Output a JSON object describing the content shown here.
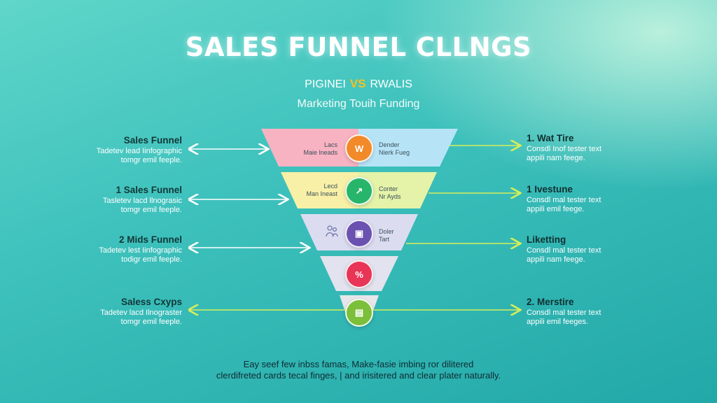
{
  "title": "SALES FUNNEL CLLNGS",
  "subtitle": {
    "left": "PIGINEI",
    "vs": "VS",
    "right": "RWALIS"
  },
  "tagline": "Marketing Touih Funding",
  "colors": {
    "band1_left": "#f8b3c2",
    "band1_right": "#b6e4f6",
    "band2_left": "#f7f0a6",
    "band2_right": "#e4f3a8",
    "band3": "#dbdcf0",
    "band4": "#e2e3ee",
    "band5": "#e7e6ea",
    "circle1": "#f28a2a",
    "circle2": "#27b56a",
    "circle3": "#6b51b0",
    "circle4": "#e83456",
    "circle5": "#7cbf3a",
    "arrow_left": "#ffffff",
    "arrow_right": "#d6ef58"
  },
  "left_labels": [
    {
      "heading": "Sales Funnel",
      "desc1": "Tadetev lead Iinfographic",
      "desc2": "tomgr emil feeple."
    },
    {
      "heading": "1 Sales Funnel",
      "desc1": "Tasletev lacd llnograsic",
      "desc2": "tomgr emil feeple."
    },
    {
      "heading": "2 Mids Funnel",
      "desc1": "Tadetev lest Iinfographic",
      "desc2": "todigr emil feeple."
    },
    {
      "heading": "Saless Cxyps",
      "desc1": "Tadetev lacd Ilnograster",
      "desc2": "tomgr emil feeple."
    }
  ],
  "right_labels": [
    {
      "heading": "1. Wat Tire",
      "desc1": "Consdl Inof tester text",
      "desc2": "appili nam feege."
    },
    {
      "heading": "1 Ivestune",
      "desc1": "Consdl mal tester text",
      "desc2": "appili emil feege."
    },
    {
      "heading": "Liketting",
      "desc1": "Consdl mal tester text",
      "desc2": "appili nam feege."
    },
    {
      "heading": "2. Merstire",
      "desc1": "Consdl mal tester text",
      "desc2": "appili emil feeges."
    }
  ],
  "bands": [
    {
      "left1": "Lacs",
      "left2": "Maie lneads",
      "circle": "W",
      "right1": "Dender",
      "right2": "Nierk Fueg"
    },
    {
      "left1": "Lecd",
      "left2": "Man Ineast",
      "circle": "↗",
      "right1": "Conter",
      "right2": "Nr Ayds"
    },
    {
      "left1": "",
      "left2": "",
      "circle": "▣",
      "right1": "Doler",
      "right2": "Tart"
    },
    {
      "left1": "",
      "left2": "",
      "circle": "%",
      "right1": "",
      "right2": ""
    },
    {
      "left1": "",
      "left2": "",
      "circle": "▤",
      "right1": "",
      "right2": ""
    }
  ],
  "icons": {
    "band3_left": "people-icon"
  },
  "footer": {
    "line1": "Eay seef few inbss famas, Make-fasie imbing ror dilitered",
    "line2": "clerdifreted cards tecal finges, | and irisitered and clear plater naturally."
  }
}
